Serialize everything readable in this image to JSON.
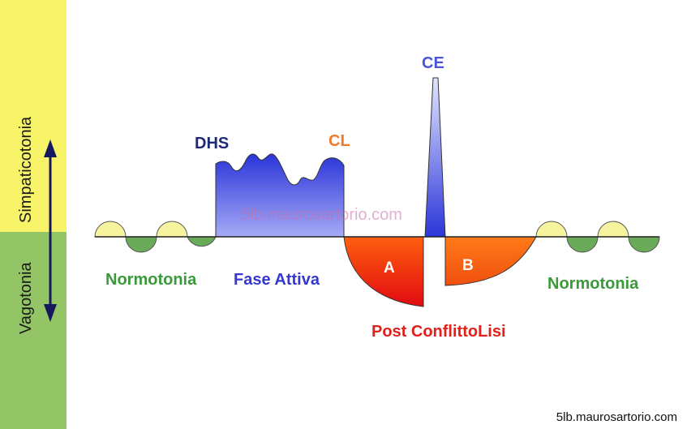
{
  "left_band": {
    "top_label": "Simpaticotonia",
    "bottom_label": "Vagotonia",
    "top_color": "#f7f46a",
    "bottom_color": "#93c466",
    "arrow_color": "#14195e"
  },
  "labels": {
    "dhs": "DHS",
    "cl": "CL",
    "ce": "CE",
    "a": "A",
    "b": "B",
    "normotonia_left": "Normotonia",
    "fase_attiva": "Fase Attiva",
    "post_conflittolisi": "Post ConflittoLisi",
    "normotonia_right": "Normotonia"
  },
  "watermark": "5lb.maurosartorio.com",
  "footer": "5lb.maurosartorio.com",
  "colors": {
    "dhs": "#1d2a7a",
    "cl": "#f07a2a",
    "ce": "#4a54d8",
    "normotonia": "#3a9a3a",
    "fase_attiva": "#3438d0",
    "post": "#e0201a",
    "wave_yellow": "#f7f4a0",
    "wave_green": "#6aab5a"
  }
}
